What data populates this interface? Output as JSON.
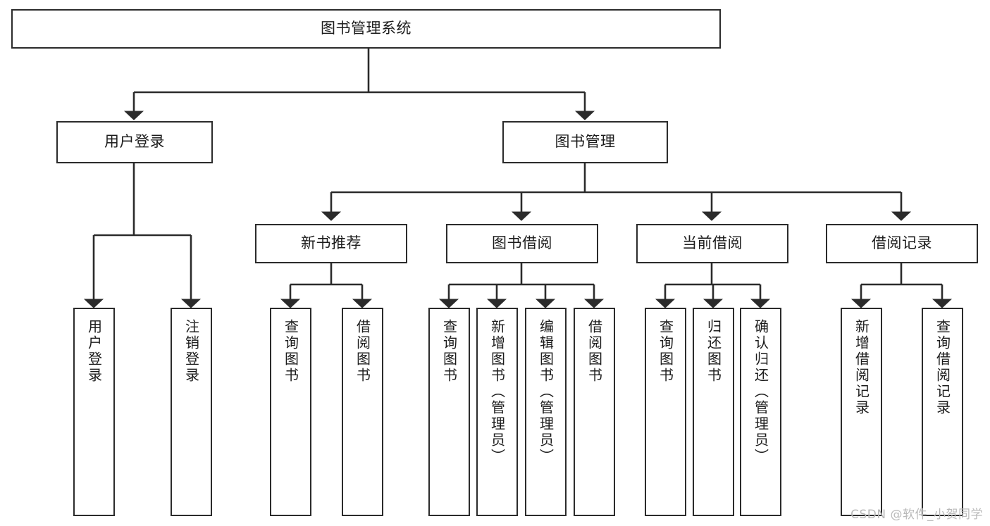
{
  "diagram": {
    "title": "图书管理系统",
    "type": "tree-hierarchy-diagram",
    "colors": {
      "background": "#ffffff",
      "box_border": "#2b2b2b",
      "box_fill": "#ffffff",
      "text": "#1c1c1c",
      "connector": "#2b2b2b",
      "watermark": "#b9b9b9"
    },
    "root": {
      "label": "图书管理系统"
    },
    "level2": [
      {
        "label": "用户登录"
      },
      {
        "label": "图书管理"
      }
    ],
    "level3": [
      {
        "label": "新书推荐"
      },
      {
        "label": "图书借阅"
      },
      {
        "label": "当前借阅"
      },
      {
        "label": "借阅记录"
      }
    ],
    "leaves": {
      "user_login": [
        {
          "label": "用户登录"
        },
        {
          "label": "注销登录"
        }
      ],
      "new_book_recommend": [
        {
          "label": "查询图书"
        },
        {
          "label": "借阅图书"
        }
      ],
      "book_borrow": [
        {
          "label": "查询图书"
        },
        {
          "label": "新增图书（管理员）"
        },
        {
          "label": "编辑图书（管理员）"
        },
        {
          "label": "借阅图书"
        }
      ],
      "current_borrow": [
        {
          "label": "查询图书"
        },
        {
          "label": "归还图书"
        },
        {
          "label": "确认归还（管理员）"
        }
      ],
      "borrow_record": [
        {
          "label": "新增借阅记录"
        },
        {
          "label": "查询借阅记录"
        }
      ]
    },
    "watermark": "CSDN @软件_小贺同学"
  }
}
